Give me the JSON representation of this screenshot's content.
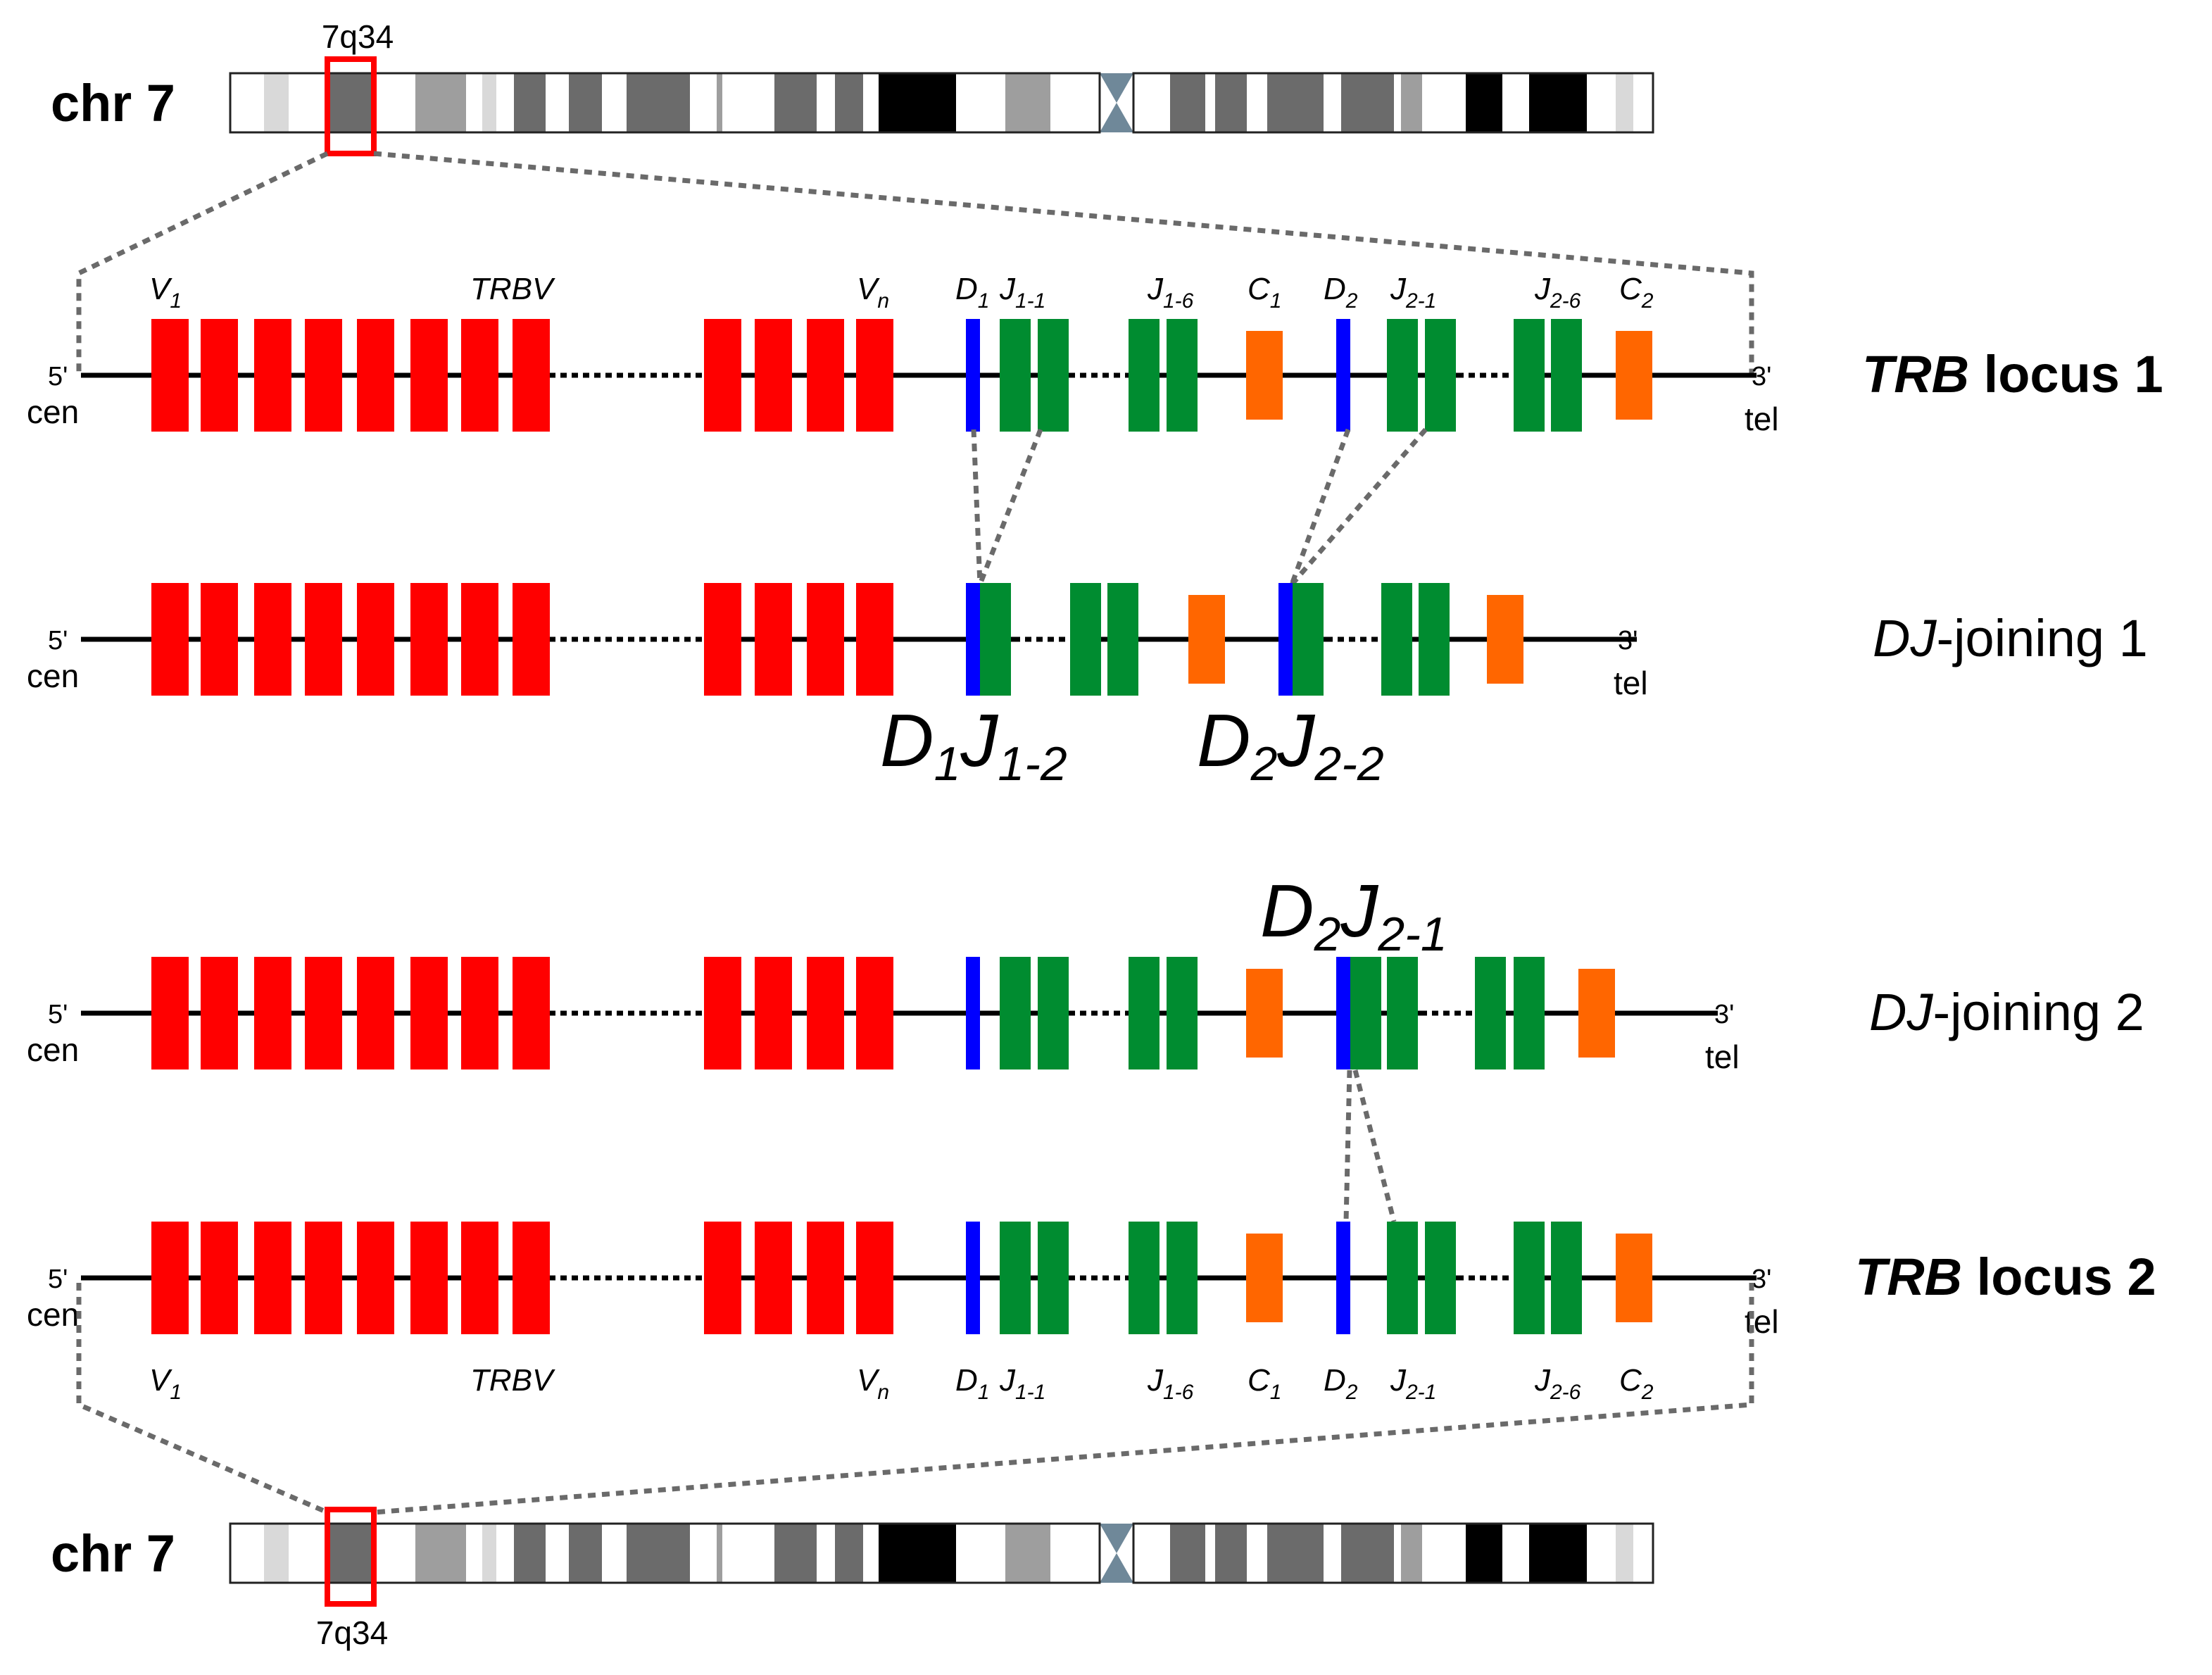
{
  "colors": {
    "v_segment": "#ff0000",
    "d_segment": "#0000ff",
    "j_segment": "#008c30",
    "c_segment": "#ff6600",
    "band_black": "#000000",
    "band_dark": "#6b6b6b",
    "band_mid": "#9e9e9e",
    "band_light": "#d9d9d9",
    "centromere": "#6f8899",
    "highlight_box": "#ff0000",
    "connector": "#6a6a6a"
  },
  "chromosomes": {
    "top": {
      "name": "chr 7",
      "band_label": "7q34"
    },
    "bottom": {
      "name": "chr 7",
      "band_label": "7q34"
    }
  },
  "locus_ends": {
    "five_prime": "5'",
    "three_prime": "3'",
    "centromeric": "cen",
    "telomeric": "tel"
  },
  "rows": [
    {
      "id": "trb-locus-1",
      "prefix": "TRB",
      "suffix": " locus 1",
      "bold": true
    },
    {
      "id": "dj-joining-1",
      "prefix": "DJ",
      "suffix": "-joining 1",
      "bold": false
    },
    {
      "id": "dj-joining-2",
      "prefix": "DJ",
      "suffix": "-joining 2",
      "bold": false
    },
    {
      "id": "trb-locus-2",
      "prefix": "TRB",
      "suffix": " locus 2",
      "bold": true
    }
  ],
  "gene_labels": {
    "v1": {
      "base": "V",
      "sub": "1"
    },
    "trbv": {
      "base": "TRBV",
      "sub": ""
    },
    "vn": {
      "base": "V",
      "sub": "n"
    },
    "d1": {
      "base": "D",
      "sub": "1"
    },
    "j1_1": {
      "base": "J",
      "sub": "1-1"
    },
    "j1_6": {
      "base": "J",
      "sub": "1-6"
    },
    "c1": {
      "base": "C",
      "sub": "1"
    },
    "d2": {
      "base": "D",
      "sub": "2"
    },
    "j2_1": {
      "base": "J",
      "sub": "2-1"
    },
    "j2_6": {
      "base": "J",
      "sub": "2-6"
    },
    "c2": {
      "base": "C",
      "sub": "2"
    }
  },
  "joining_labels": {
    "d1j1_2": {
      "d": "D",
      "d_sub": "1",
      "j": "J",
      "j_sub": "1-2"
    },
    "d2j2_2": {
      "d": "D",
      "d_sub": "2",
      "j": "J",
      "j_sub": "2-2"
    },
    "d2j2_1": {
      "d": "D",
      "d_sub": "2",
      "j": "J",
      "j_sub": "2-1"
    }
  }
}
